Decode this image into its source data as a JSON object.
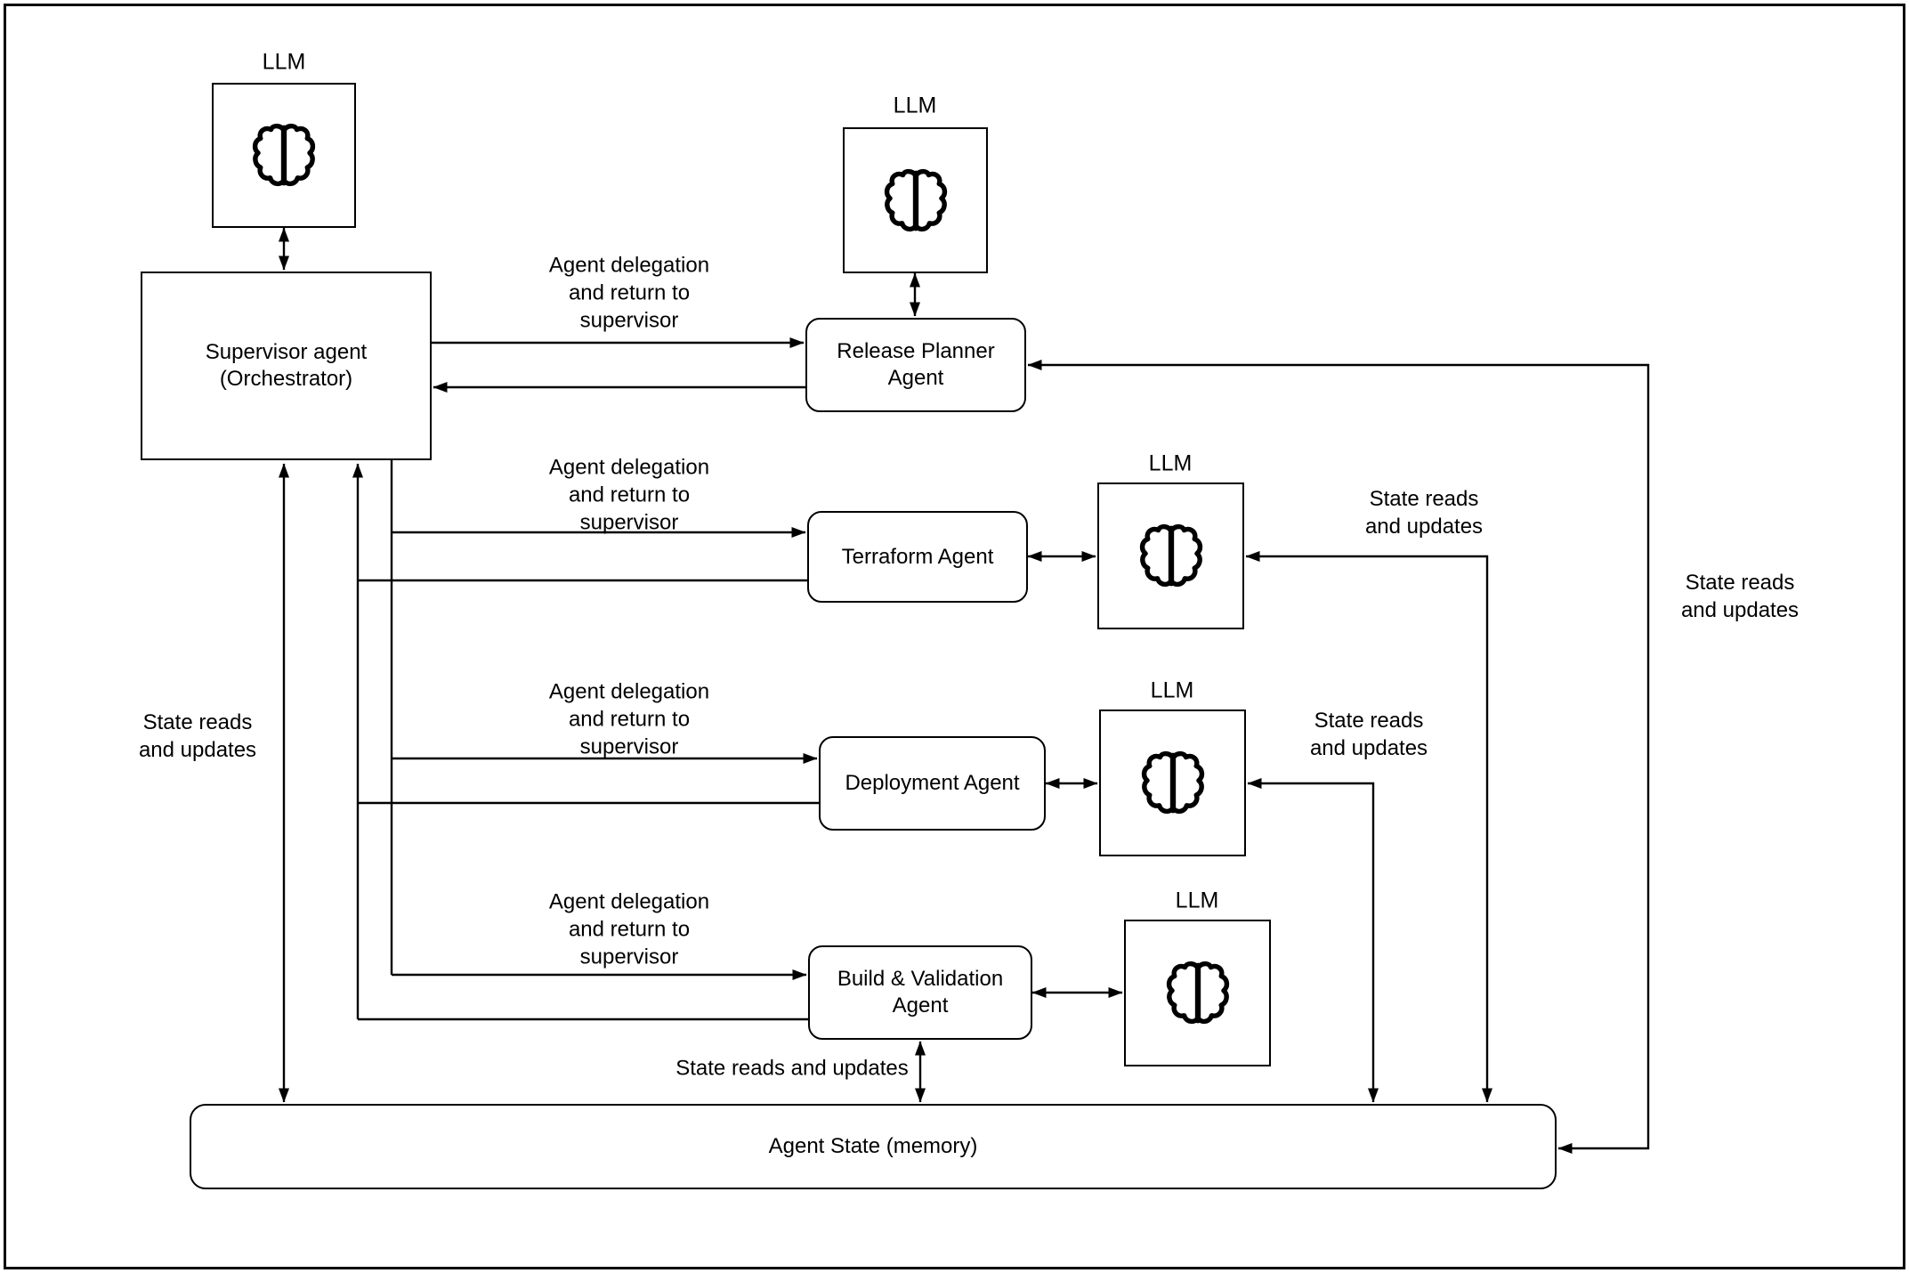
{
  "nodes": {
    "llm_label": "LLM",
    "supervisor": "Supervisor agent\n(Orchestrator)",
    "release_planner": "Release Planner\nAgent",
    "terraform": "Terraform Agent",
    "deployment": "Deployment Agent",
    "build_validation": "Build & Validation\nAgent",
    "agent_state": "Agent State (memory)"
  },
  "edge_labels": {
    "delegation": "Agent delegation\nand return to\nsupervisor",
    "state_two_line": "State reads\nand updates",
    "state_one_line": "State reads and updates"
  },
  "icons": {
    "brain": "brain-icon"
  },
  "colors": {
    "line": "#000000",
    "background": "#ffffff",
    "node_fill": "#ffffff",
    "text": "#000000"
  }
}
